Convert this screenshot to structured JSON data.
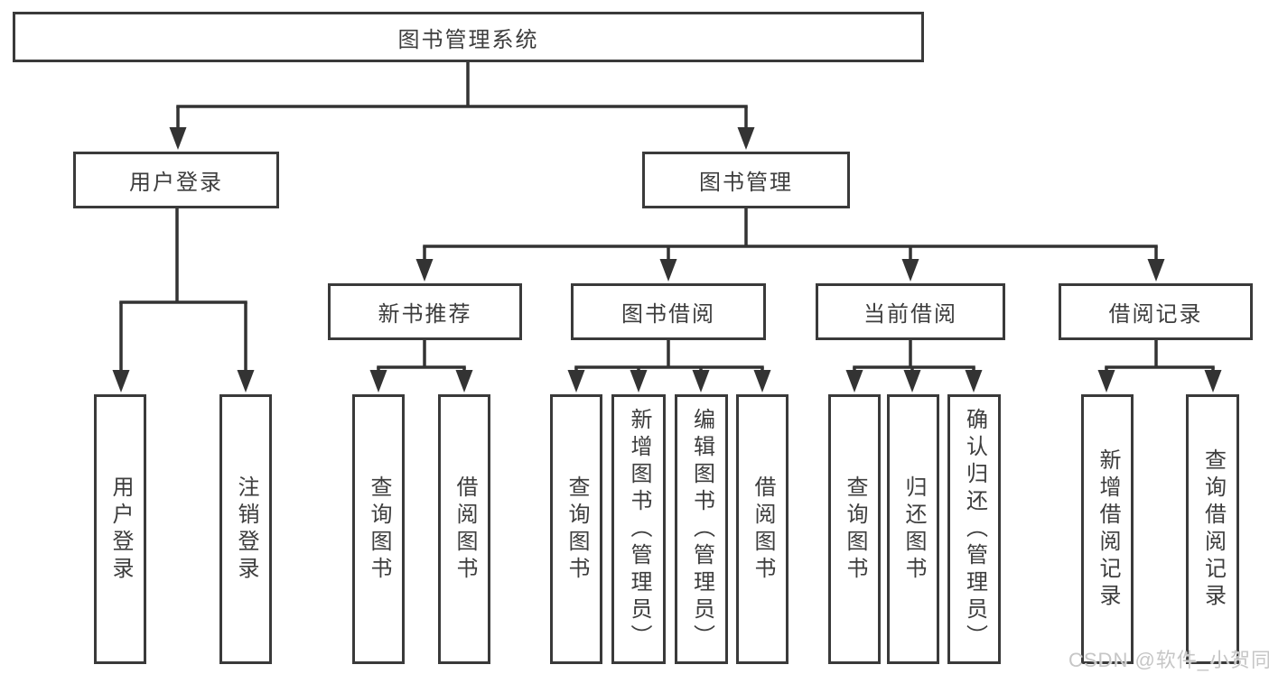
{
  "diagram": {
    "root": {
      "label": "图书管理系统"
    },
    "level2": [
      {
        "label": "用户登录"
      },
      {
        "label": "图书管理"
      }
    ],
    "level3": [
      {
        "label": "新书推荐"
      },
      {
        "label": "图书借阅"
      },
      {
        "label": "当前借阅"
      },
      {
        "label": "借阅记录"
      }
    ],
    "leaves": [
      {
        "label": "用户登录"
      },
      {
        "label": "注销登录"
      },
      {
        "label": "查询图书"
      },
      {
        "label": "借阅图书"
      },
      {
        "label": "查询图书"
      },
      {
        "label": "新增图书（管理员）"
      },
      {
        "label": "编辑图书（管理员）"
      },
      {
        "label": "借阅图书"
      },
      {
        "label": "查询图书"
      },
      {
        "label": "归还图书"
      },
      {
        "label": "确认归还（管理员）"
      },
      {
        "label": "新增借阅记录"
      },
      {
        "label": "查询借阅记录"
      }
    ],
    "watermark": "CSDN @软件_小贺同学",
    "colors": {
      "line": "#333333",
      "box_border": "#3a3a3a",
      "text": "#3d3d3d",
      "watermark": "#c6c6c6",
      "background": "#ffffff"
    }
  }
}
